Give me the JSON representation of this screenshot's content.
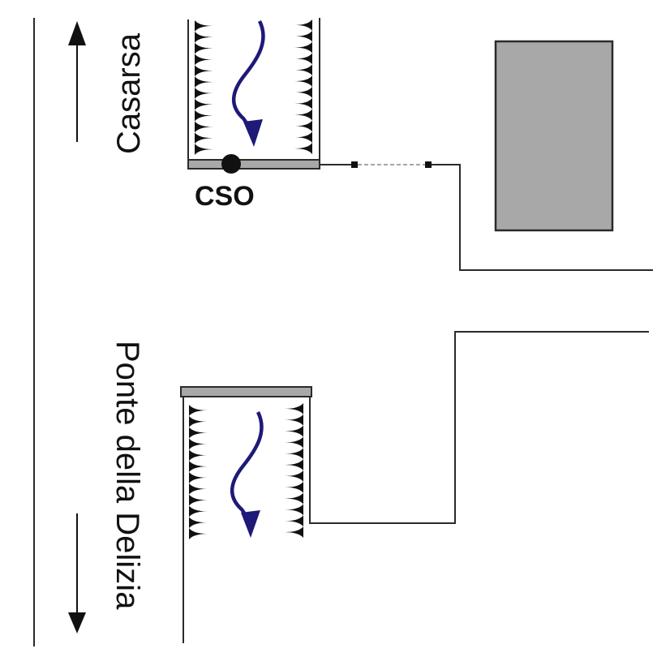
{
  "diagram": {
    "labels": {
      "upstream": "Casarsa",
      "downstream": "Ponte della Delizia",
      "cso": "CSO"
    },
    "colors": {
      "line": "#2a2a2a",
      "flow_arrow": "#1e1a78",
      "plate": "#a8a8a8",
      "building": "#a8a8a8",
      "dashed_link": "#8a8a8a"
    },
    "elements": {
      "upstream_screen": {
        "teeth_per_side": 12
      },
      "downstream_screen": {
        "teeth_per_side": 12
      }
    }
  }
}
